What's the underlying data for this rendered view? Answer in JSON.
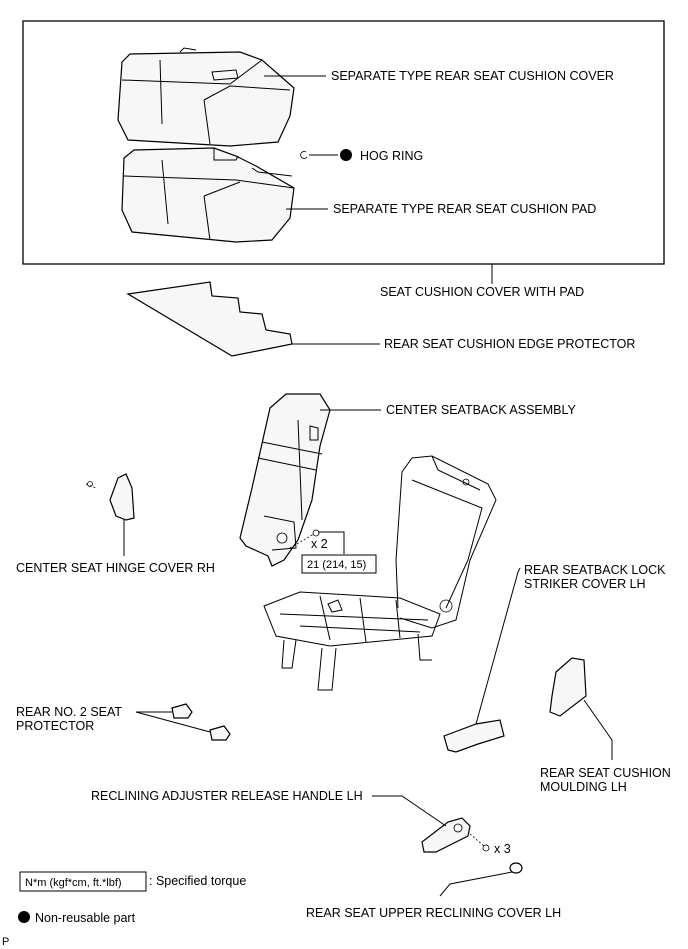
{
  "labels": {
    "cushion_cover": "SEPARATE TYPE REAR SEAT CUSHION COVER",
    "hog_ring": "HOG RING",
    "cushion_pad": "SEPARATE TYPE REAR SEAT CUSHION PAD",
    "cover_with_pad": "SEAT CUSHION COVER WITH PAD",
    "edge_protector": "REAR SEAT CUSHION EDGE PROTECTOR",
    "center_seatback": "CENTER SEATBACK ASSEMBLY",
    "hinge_cover": "CENTER SEAT HINGE COVER RH",
    "qty_bolts_seatback": "x 2",
    "torque_seatback": "21 (214, 15)",
    "lock_striker_line1": "REAR SEATBACK LOCK",
    "lock_striker_line2": "STRIKER COVER LH",
    "seat_protector_line1": "REAR NO. 2 SEAT",
    "seat_protector_line2": "PROTECTOR",
    "cushion_moulding_line1": "REAR SEAT CUSHION",
    "cushion_moulding_line2": "MOULDING LH",
    "release_handle": "RECLINING ADJUSTER RELEASE HANDLE LH",
    "qty_screws_handle": "x 3",
    "upper_reclining_cover": "REAR SEAT UPPER RECLINING COVER LH"
  },
  "legend": {
    "torque_unit": "N*m (kgf*cm, ft.*lbf)",
    "torque_desc": ": Specified torque",
    "nonreusable_desc": "Non-reusable part"
  },
  "corner_mark": "P"
}
